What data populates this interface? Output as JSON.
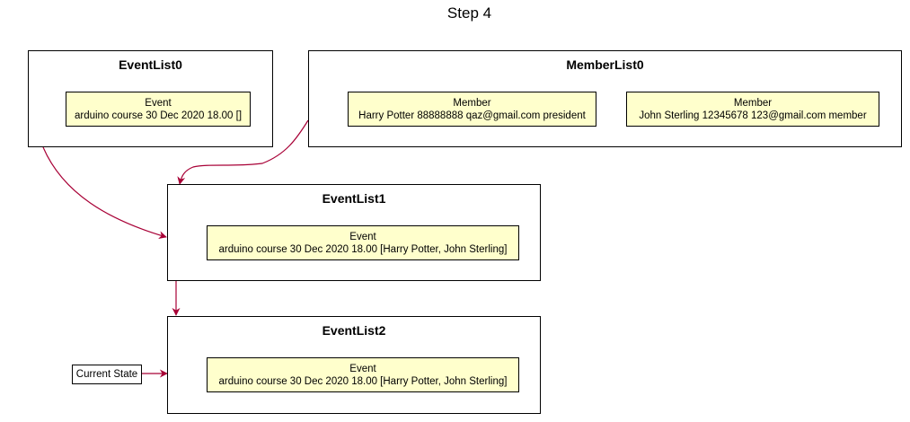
{
  "diagram": {
    "title": "Step 4",
    "colors": {
      "arrow": "#a80036",
      "object_fill": "#ffffcc",
      "border": "#000000"
    },
    "frames": {
      "eventlist0": {
        "label": "EventList0",
        "event": {
          "type": "Event",
          "detail": "arduino course 30 Dec 2020 18.00 []"
        }
      },
      "memberlist0": {
        "label": "MemberList0",
        "members": [
          {
            "type": "Member",
            "detail": "Harry Potter 88888888 qaz@gmail.com president"
          },
          {
            "type": "Member",
            "detail": "John Sterling 12345678 123@gmail.com member"
          }
        ]
      },
      "eventlist1": {
        "label": "EventList1",
        "event": {
          "type": "Event",
          "detail": "arduino course 30 Dec 2020 18.00 [Harry Potter, John Sterling]"
        }
      },
      "eventlist2": {
        "label": "EventList2",
        "event": {
          "type": "Event",
          "detail": "arduino course 30 Dec 2020 18.00 [Harry Potter, John Sterling]"
        }
      }
    },
    "pointer": {
      "label": "Current State"
    }
  }
}
